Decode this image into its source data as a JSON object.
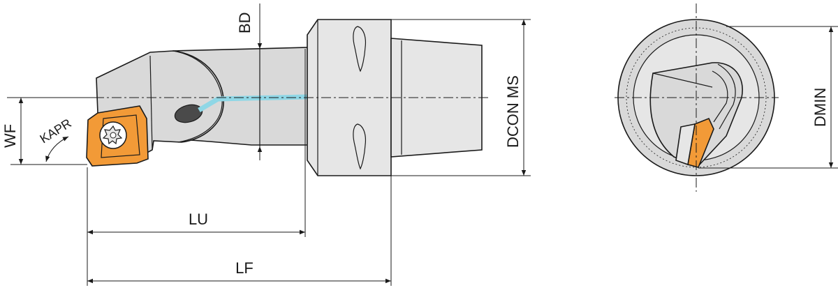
{
  "labels": {
    "bd": "BD",
    "wf": "WF",
    "kapr": "KAPR",
    "lu": "LU",
    "lf": "LF",
    "dcon_ms": "DCON MS",
    "dmin": "DMIN"
  },
  "colors": {
    "insert": "#f29a37",
    "body": "#d9d9d9",
    "coolant": "#8fd7e6",
    "outline": "#1a1a1a"
  }
}
